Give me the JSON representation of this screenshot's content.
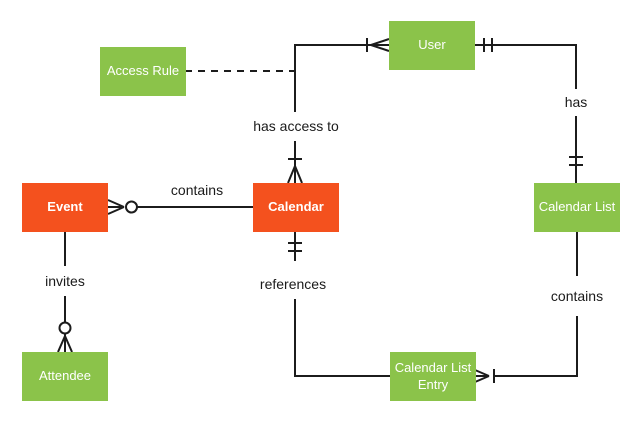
{
  "diagram": {
    "type": "entity-relationship-diagram",
    "colors": {
      "entity_green": "#8bc34a",
      "entity_orange": "#f4511e",
      "line": "#1c1c1c",
      "label_text": "#1a1a1a",
      "box_text": "#ffffff",
      "background": "#ffffff"
    },
    "entities": {
      "user": {
        "label": "User",
        "color": "green"
      },
      "access_rule": {
        "label": "Access Rule",
        "color": "green"
      },
      "event": {
        "label": "Event",
        "color": "orange"
      },
      "calendar": {
        "label": "Calendar",
        "color": "orange"
      },
      "calendar_list": {
        "label": "Calendar List",
        "color": "green"
      },
      "attendee": {
        "label": "Attendee",
        "color": "green"
      },
      "calendar_list_entry": {
        "label": "Calendar List Entry",
        "color": "green"
      }
    },
    "relationships": {
      "has_access_to": {
        "label": "has access to",
        "from": "Calendar",
        "to": "User",
        "calendar_end": "one-or-many",
        "user_end": "one-or-many"
      },
      "access_rule_link": {
        "label": "",
        "from": "Access Rule",
        "to": "has access to relationship",
        "style": "dashed"
      },
      "contains_calendar": {
        "label": "contains",
        "from": "Calendar",
        "to": "Event",
        "event_end": "zero-or-many"
      },
      "invites": {
        "label": "invites",
        "from": "Event",
        "to": "Attendee",
        "attendee_end": "zero-or-many"
      },
      "references": {
        "label": "references",
        "from": "Calendar",
        "to": "Calendar List Entry",
        "calendar_end": "one-and-only-one"
      },
      "contains_list": {
        "label": "contains",
        "from": "Calendar List",
        "to": "Calendar List Entry",
        "entry_end": "one-or-many"
      },
      "has": {
        "label": "has",
        "from": "User",
        "to": "Calendar List",
        "user_end": "one-and-only-one",
        "list_end": "one-and-only-one"
      }
    }
  }
}
